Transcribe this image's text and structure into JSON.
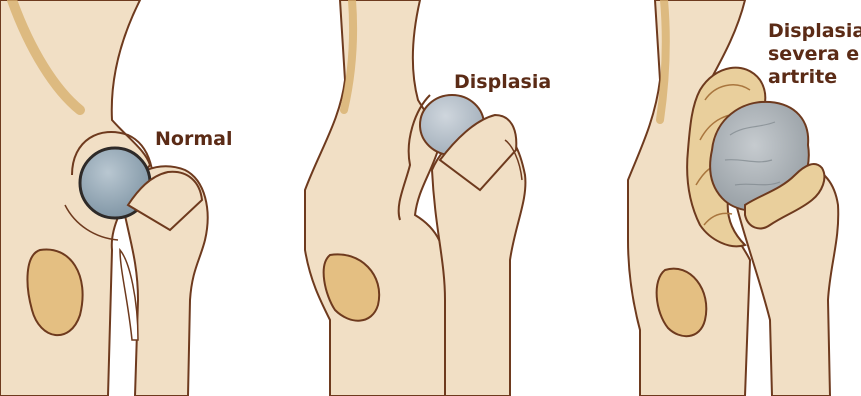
{
  "panels": [
    {
      "id": "normal",
      "label_lines": [
        "Normal"
      ]
    },
    {
      "id": "dysplasia",
      "label_lines": [
        "Displasia"
      ]
    },
    {
      "id": "severe",
      "label_lines": [
        "Displasia",
        "severa e",
        "artrite"
      ]
    }
  ],
  "colors": {
    "bone": "#f1dfc5",
    "outline": "#6e3a1e",
    "bone_shadow": "#d8b06e",
    "femoral_head_normal": "#8fa4b3",
    "femoral_head_dysplasia": "#b4bfca",
    "femoral_head_arthritic": "#a3a9ae",
    "osteophyte": "#e9cf9c",
    "label_text": "#5b2b16"
  }
}
